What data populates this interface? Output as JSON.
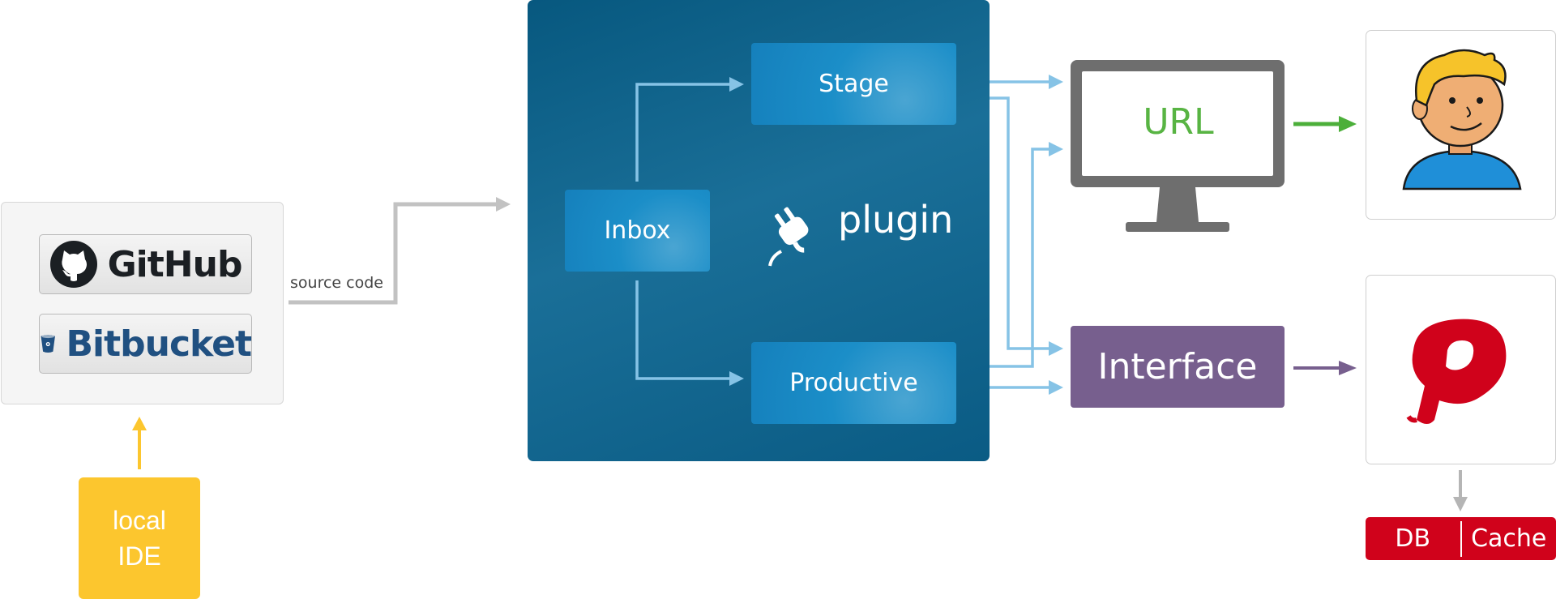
{
  "source_repos": {
    "github_label": "GitHub",
    "bitbucket_label": "Bitbucket"
  },
  "local_ide": {
    "line1": "local",
    "line2": "IDE"
  },
  "edge_labels": {
    "source_code": "source code"
  },
  "hosting": {
    "inbox_label": "Inbox",
    "stage_label": "Stage",
    "productive_label": "Productive",
    "plugin_label": "plugin"
  },
  "monitor": {
    "url_label": "URL"
  },
  "interface": {
    "label": "Interface"
  },
  "storage": {
    "db_label": "DB",
    "cache_label": "Cache"
  },
  "colors": {
    "ide_yellow": "#fcc62e",
    "panel_blue": "#0b5f88",
    "stage_blue": "#1b8ec8",
    "arrow_light_blue": "#7fc2e6",
    "arrow_gray": "#bdbdbd",
    "url_green": "#58b443",
    "interface_purple": "#775f8e",
    "brand_red": "#d0021b",
    "github_dark": "#1b1f23",
    "bitbucket_blue": "#205081"
  }
}
